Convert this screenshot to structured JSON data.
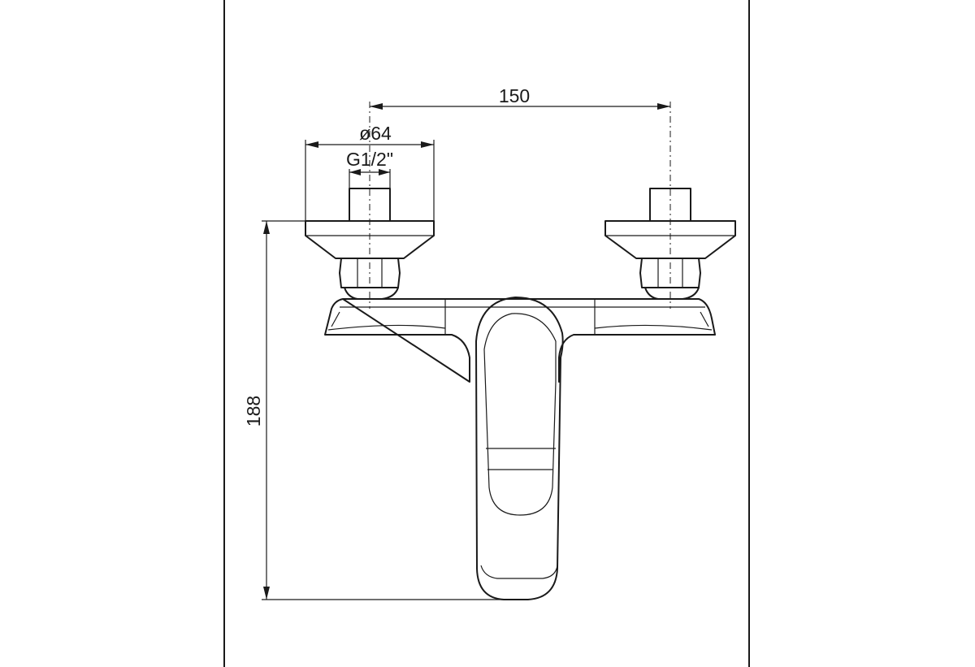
{
  "dimensions": {
    "spacing": "150",
    "flange_diameter": "ø64",
    "thread": "G1/2\"",
    "height": "188"
  }
}
